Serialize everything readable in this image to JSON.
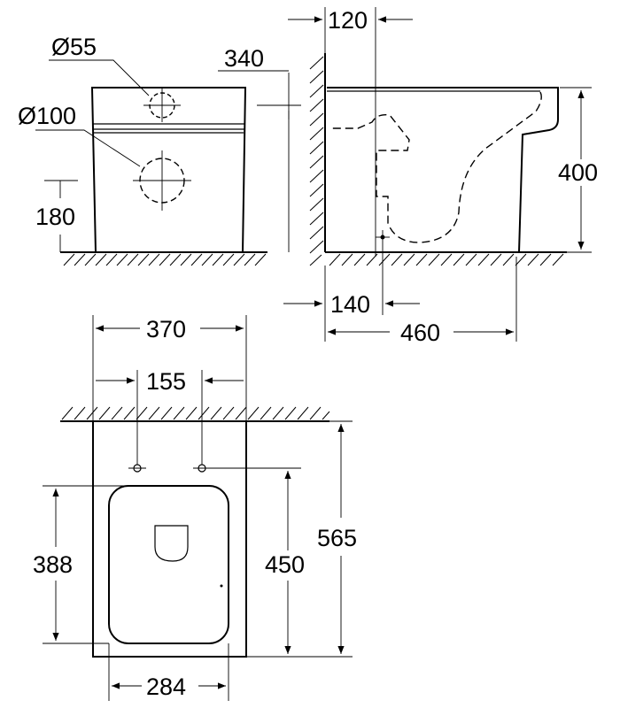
{
  "labels": {
    "d_inlet": "Ø55",
    "d_outlet": "Ø100",
    "h_fix": "180",
    "h_total_front": "340",
    "w_wall_inlet": "120",
    "h_side": "400",
    "w_outlet": "140",
    "w_depth": "460",
    "w_top": "370",
    "w_fix_spacing": "155",
    "d_total": "565",
    "d_bowl_outer": "450",
    "d_seat": "388",
    "w_seat": "284"
  }
}
